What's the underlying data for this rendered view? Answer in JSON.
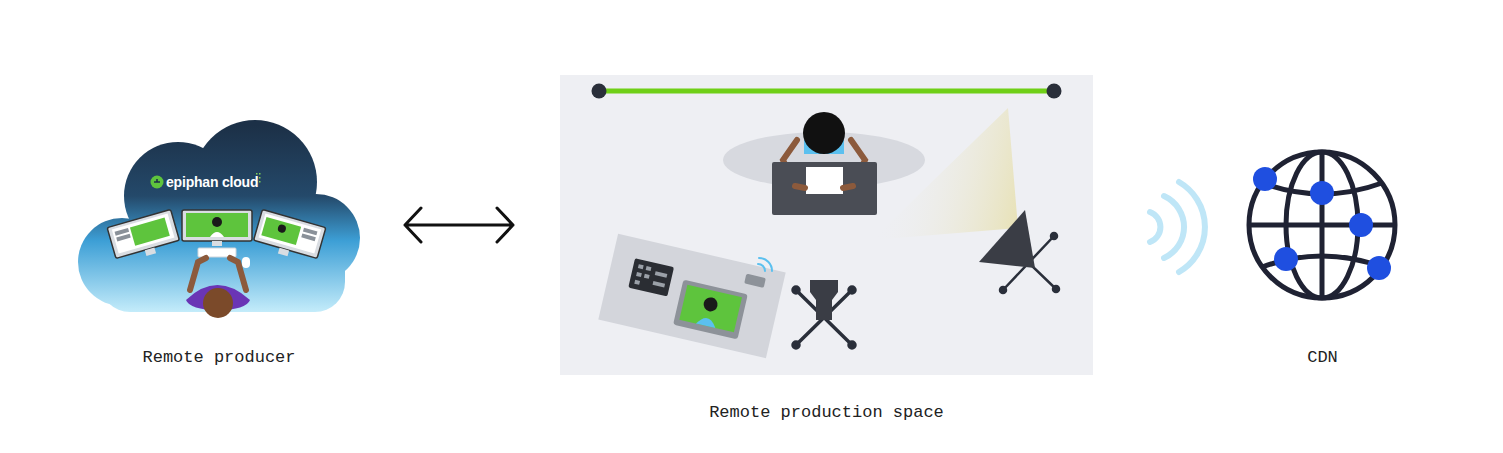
{
  "diagram": {
    "nodes": [
      {
        "text": [
          "epiphan cloud",
          "Remote producer"
        ]
      },
      {
        "text": [
          "Remote production space"
        ]
      },
      {
        "text": [
          "CDN"
        ]
      }
    ],
    "edges": [
      {
        "from": 0,
        "to": 1,
        "arrow": "both"
      }
    ]
  }
}
